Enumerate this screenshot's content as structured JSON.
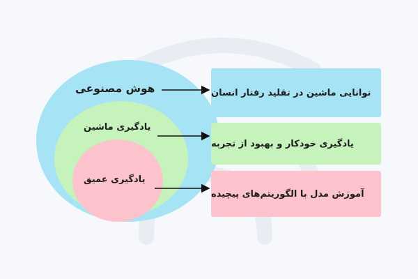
{
  "circles": {
    "ai": "هوش مصنوعی",
    "ml": "یادگیری ماشین",
    "dl": "یادگیری عمیق"
  },
  "boxes": {
    "ai": "توانایی ماشین در تقلید رفتار انسان",
    "ml": "یادگیری خودکار و بهبود از تجربه",
    "dl": "آموزش مدل با الگوریتم‌های پیچیده"
  },
  "colors": {
    "ai": "#a6e3f5",
    "ml": "#c6f2bc",
    "dl": "#fcc3cc",
    "background": "#f6f8fb"
  }
}
